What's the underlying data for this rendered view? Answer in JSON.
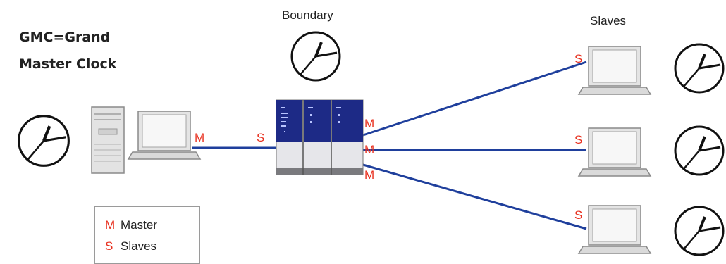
{
  "gmc": {
    "line1": "GMC=Grand",
    "line2": "Master Clock"
  },
  "headings": {
    "boundary": "Boundary",
    "slaves": "Slaves"
  },
  "ports": {
    "master": "M",
    "slave": "S"
  },
  "legend": [
    {
      "key": "M",
      "label": "Master"
    },
    {
      "key": "S",
      "label": "Slaves"
    }
  ],
  "colors": {
    "link": "#1f3f9c",
    "port_label": "#e8301f",
    "switch_top": "#1d2a86"
  },
  "icons": [
    "clock-icon",
    "server-tower-icon",
    "laptop-icon",
    "boundary-switch-icon"
  ]
}
